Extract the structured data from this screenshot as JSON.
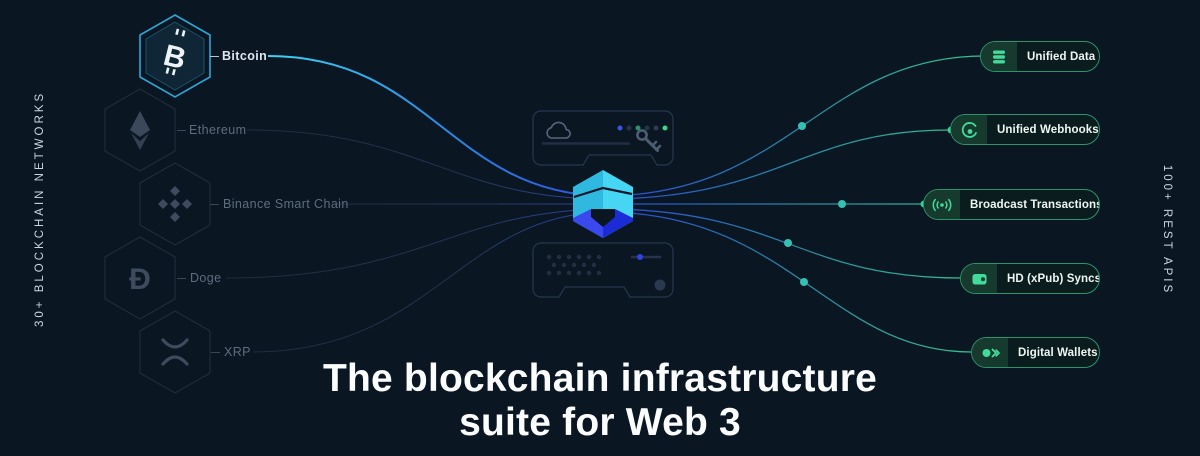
{
  "hero": {
    "title_line1": "The blockchain infrastructure",
    "title_line2": "suite for Web 3"
  },
  "left_panel": {
    "vertical_label": "30+ BLOCKCHAIN NETWORKS",
    "networks": [
      {
        "name": "Bitcoin",
        "icon": "bitcoin-icon",
        "highlighted": true
      },
      {
        "name": "Ethereum",
        "icon": "ethereum-icon",
        "highlighted": false
      },
      {
        "name": "Binance Smart Chain",
        "icon": "binance-icon",
        "highlighted": false
      },
      {
        "name": "Doge",
        "icon": "doge-icon",
        "highlighted": false
      },
      {
        "name": "XRP",
        "icon": "xrp-icon",
        "highlighted": false
      }
    ]
  },
  "right_panel": {
    "vertical_label": "100+ REST APIS",
    "apis": [
      {
        "label": "Unified Data",
        "icon": "database-icon"
      },
      {
        "label": "Unified Webhooks",
        "icon": "webhook-icon"
      },
      {
        "label": "Broadcast Transactions",
        "icon": "broadcast-icon"
      },
      {
        "label": "HD (xPub) Syncs",
        "icon": "wallet-card-icon"
      },
      {
        "label": "Digital Wallets",
        "icon": "wallet-forward-icon"
      }
    ]
  },
  "center": {
    "icons": [
      "cloud-icon",
      "key-icon",
      "keypad-dots",
      "hexagon-cube-logo"
    ],
    "status_dot_colors": [
      "#3b55e0",
      "#27334a",
      "#2f9068",
      "#27334a",
      "#2d3a54",
      "#38d987"
    ]
  },
  "colors": {
    "background": "#0a1622",
    "accent_cyan": "#2ba7d8",
    "accent_blue": "#2b50e0",
    "pill_border_green": "#2c9468",
    "icon_green": "#41dc9c",
    "wire_dot_teal": "#35c0b4",
    "text_primary": "#fcfdff",
    "text_muted": "#5f6c7d"
  }
}
